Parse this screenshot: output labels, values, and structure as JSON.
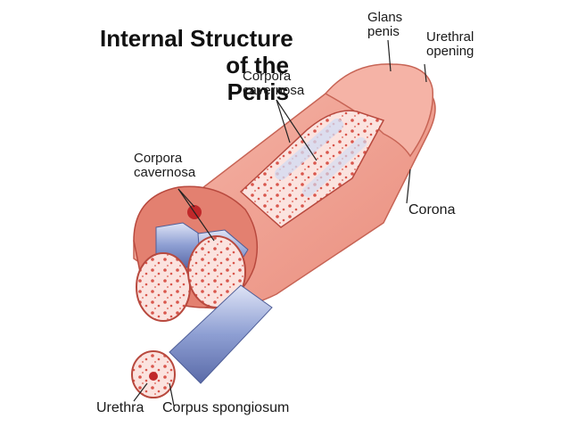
{
  "title": {
    "line1": "Internal Structure",
    "line2": "of the",
    "line3": "Penis"
  },
  "labels": {
    "glans_line1": "Glans",
    "glans_line2": "penis",
    "urethral_line1": "Urethral",
    "urethral_line2": "opening",
    "cc_top_line1": "Corpora",
    "cc_top_line2": "cavernosa",
    "cc_left_line1": "Corpora",
    "cc_left_line2": "cavernosa",
    "corona": "Corona",
    "urethra": "Urethra",
    "corpus_spongiosum": "Corpus spongiosum"
  },
  "colors": {
    "skin": "#f2a596",
    "skin_dark": "#e07d6c",
    "tissue": "#f7d4cf",
    "tissue_spot": "#d9564c",
    "tube_blue": "#7c8ec6",
    "tube_light": "#c9d1ee"
  }
}
